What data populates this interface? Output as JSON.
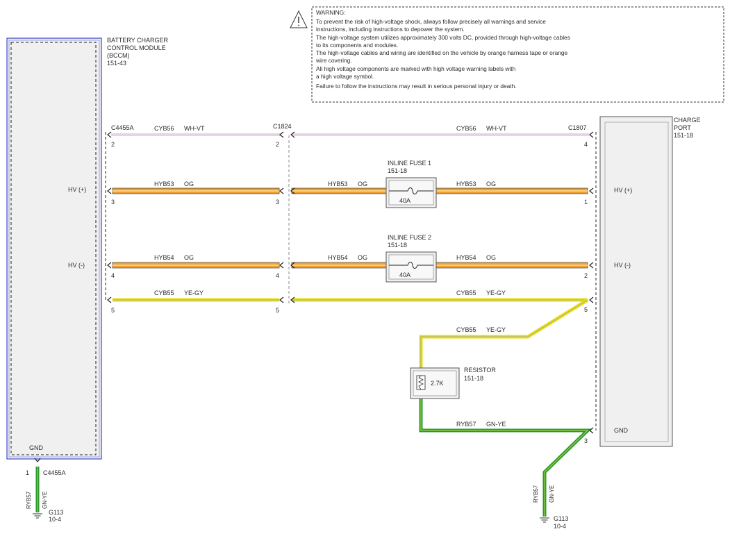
{
  "warning": {
    "title": "WARNING:",
    "lines": [
      "To prevent the risk of high-voltage shock, always follow precisely all warnings and service",
      "instructions, including instructions to depower the system.",
      "The high-voltage system utilizes approximately 300 volts DC, provided through high-voltage cables",
      "to its components and modules.",
      "The high-voltage cables and wiring are identified on the vehicle by orange harness tape or orange",
      "wire covering.",
      "All high voltage components are marked with high voltage warning labels with",
      "a high voltage symbol.",
      "Failure to follow the instructions may result in serious personal injury or death."
    ]
  },
  "bccm": {
    "name_line1": "BATTERY CHARGER",
    "name_line2": "CONTROL MODULE",
    "name_line3": "(BCCM)",
    "ref": "151-43",
    "pin_hv_pos": "HV (+)",
    "pin_hv_neg": "HV (-)",
    "pin_gnd": "GND"
  },
  "charge_port": {
    "name_line1": "CHARGE",
    "name_line2": "PORT",
    "ref": "151-18",
    "pin_hv_pos": "HV (+)",
    "pin_hv_neg": "HV (-)",
    "pin_gnd": "GND"
  },
  "connectors": {
    "bccm": "C4455A",
    "inline": "C1824",
    "port": "C1807",
    "bccm_gnd": "C4455A"
  },
  "fuse1": {
    "name": "INLINE FUSE 1",
    "ref": "151-18",
    "rating": "40A"
  },
  "fuse2": {
    "name": "INLINE FUSE 2",
    "ref": "151-18",
    "rating": "40A"
  },
  "resistor": {
    "name": "RESISTOR",
    "ref": "151-18",
    "value": "2.7K"
  },
  "circuits": {
    "cyb56": {
      "id": "CYB56",
      "color": "WH-VT"
    },
    "hyb53": {
      "id": "HYB53",
      "color": "OG"
    },
    "hyb54": {
      "id": "HYB54",
      "color": "OG"
    },
    "cyb55": {
      "id": "CYB55",
      "color": "YE-GY"
    },
    "ryb57": {
      "id": "RYB57",
      "color": "GN-YE"
    }
  },
  "pins": {
    "bccm_2": "2",
    "bccm_3": "3",
    "bccm_4": "4",
    "bccm_5": "5",
    "bccm_gnd": "1",
    "inline_2": "2",
    "inline_3": "3",
    "inline_4": "4",
    "inline_5": "5",
    "port_4": "4",
    "port_1": "1",
    "port_2": "2",
    "port_5": "5",
    "port_3": "3"
  },
  "grounds": {
    "left": {
      "name": "G113",
      "ref": "10-4"
    },
    "right": {
      "name": "G113",
      "ref": "10-4"
    }
  },
  "wire_colors": {
    "orange": "#f0a030",
    "orange_core": "#f8d080",
    "yellow": "#e8e010",
    "yellow_core": "#f4f090",
    "green": "#2d9a2d",
    "green_core": "#9ad04a",
    "whvt": "#c8a8c8",
    "frame_blue": "#3a46c8"
  }
}
